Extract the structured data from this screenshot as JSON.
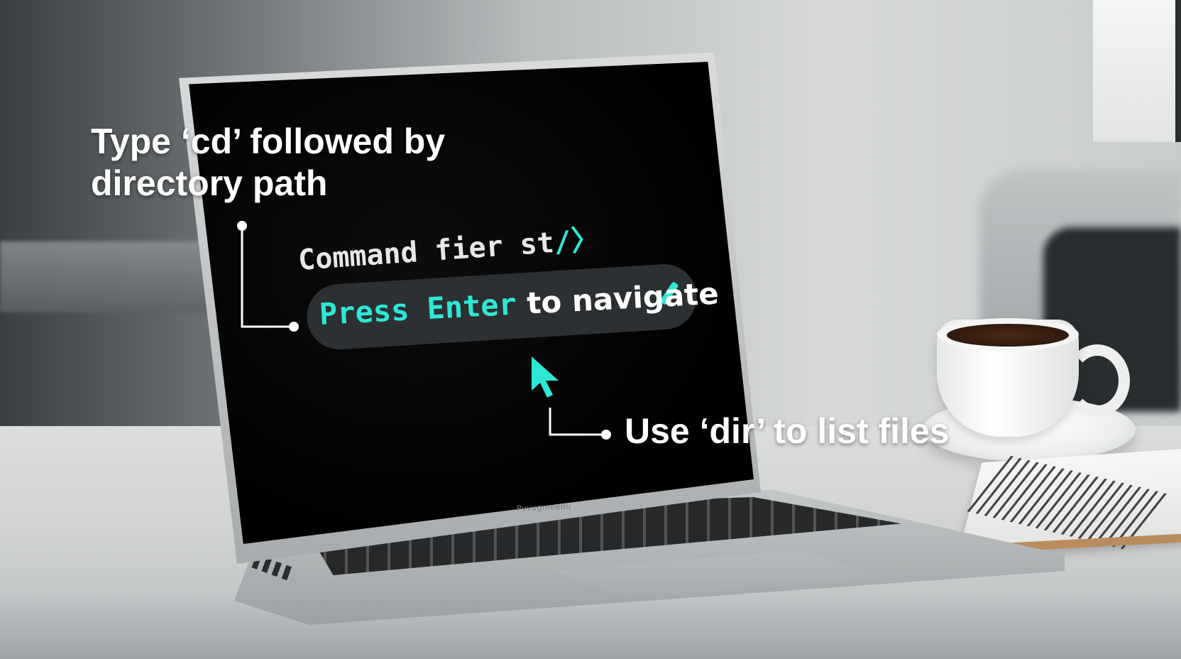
{
  "callouts": {
    "top": "Type ‘cd’ followed by directory path",
    "bottom": "Use ‘dir’ to list files"
  },
  "screen": {
    "command_line_main": "Command fier st",
    "command_line_tail": "/〉",
    "press_enter_highlight": "Press Enter",
    "press_enter_rest": " to navigate"
  },
  "laptop": {
    "brand_label": "Pvvugmeedu"
  },
  "colors": {
    "accent": "#2ee8d6",
    "text": "#ffffff",
    "screen_bg": "#000000"
  },
  "icons": {
    "pointer": "cursor-arrow-icon"
  }
}
